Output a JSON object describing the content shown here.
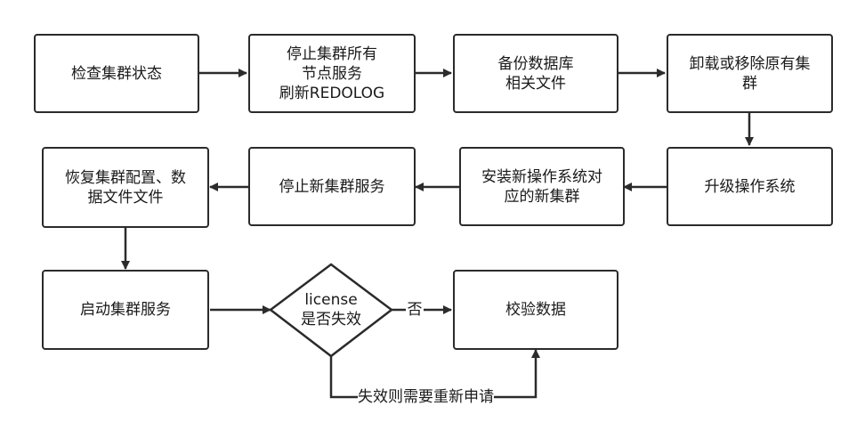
{
  "nodes": {
    "check_status": "检查集群状态",
    "stop_nodes": "停止集群所有\n节点服务\n刷新REDOLOG",
    "backup": "备份数据库\n相关文件",
    "uninstall": "卸载或移除原有集\n群",
    "upgrade_os": "升级操作系统",
    "install_cluster": "安装新操作系统对\n应的新集群",
    "stop_new": "停止新集群服务",
    "restore": "恢复集群配置、数\n据文件文件",
    "start": "启动集群服务",
    "license": "license\n是否失效",
    "verify": "校验数据"
  },
  "edge_labels": {
    "no": "否",
    "expired": "失效则需要重新申请"
  }
}
